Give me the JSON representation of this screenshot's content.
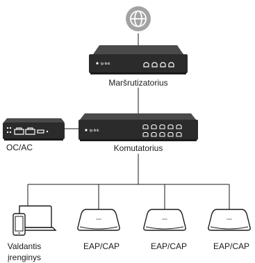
{
  "labels": {
    "router": "Maršrutizatorius",
    "controller": "OC/AC",
    "switch": "Komutatorius",
    "mgmt_line1": "Valdantis",
    "mgmt_line2": "įrenginys",
    "ap1": "EAP/CAP",
    "ap2": "EAP/CAP",
    "ap3": "EAP/CAP"
  },
  "brand": "tp-link",
  "icons": {
    "internet": "globe-icon",
    "router": "router-icon",
    "controller": "controller-icon",
    "switch": "switch-icon",
    "management_device": "phone-laptop-icon",
    "access_point": "ceiling-access-point-icon"
  },
  "colors": {
    "device_body": "#2b2b2b",
    "globe": "#a3a3a3",
    "ap_body": "#ffffff",
    "line": "#1a1a1a",
    "text": "#1a1a1a"
  }
}
